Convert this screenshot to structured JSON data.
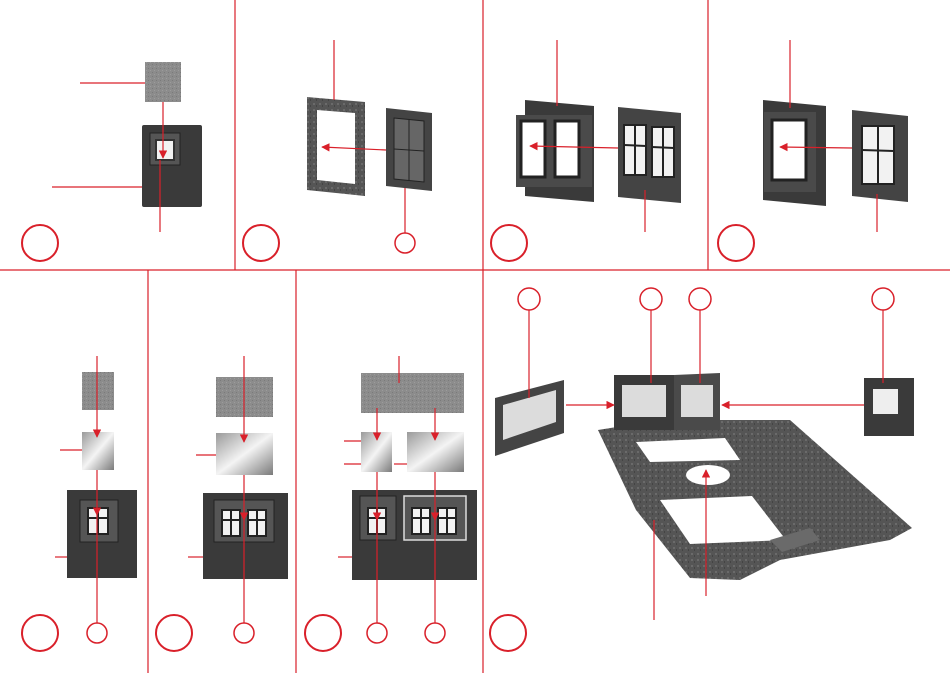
{
  "page": {
    "accent_color": "#d9202a",
    "part_dark_color": "#3a3a3a",
    "part_gray_color": "#8a8a8a",
    "window_light_color": "#f2f2f2"
  },
  "panels": [
    {
      "id": "step-1",
      "content": "window-box-with-glazing-plate"
    },
    {
      "id": "step-2",
      "content": "ornate-frame-and-window-insert"
    },
    {
      "id": "step-3",
      "content": "double-window-frame-and-insert"
    },
    {
      "id": "step-4",
      "content": "single-window-frame-and-insert"
    },
    {
      "id": "step-5",
      "content": "single-window-wall-with-diffuser"
    },
    {
      "id": "step-6",
      "content": "double-window-wall-with-diffuser"
    },
    {
      "id": "step-7",
      "content": "combined-wall-with-two-diffusers"
    },
    {
      "id": "step-8",
      "content": "base-plate-with-wall-sections"
    }
  ],
  "icons": {
    "step_marker": "circle-marker-icon",
    "part_marker": "small-circle-marker-icon",
    "arrow": "arrow-icon"
  }
}
